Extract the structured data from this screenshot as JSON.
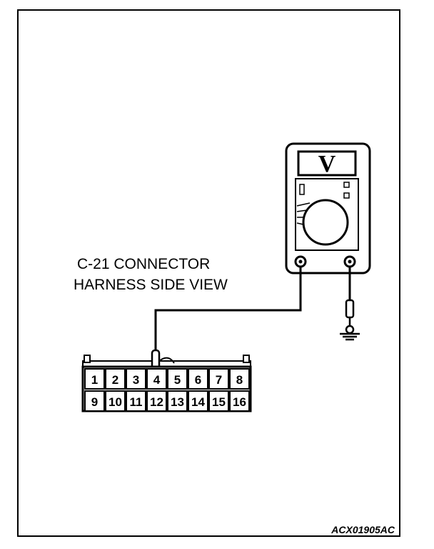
{
  "connector": {
    "title_line1": "C-21 CONNECTOR",
    "title_line2": "HARNESS SIDE VIEW",
    "pins_top": [
      "1",
      "2",
      "3",
      "4",
      "5",
      "6",
      "7",
      "8"
    ],
    "pins_bottom": [
      "9",
      "10",
      "11",
      "12",
      "13",
      "14",
      "15",
      "16"
    ],
    "probed_pin": "4"
  },
  "meter": {
    "display": "V",
    "icon": "voltmeter-icon"
  },
  "ground": {
    "icon": "ground-symbol-icon"
  },
  "figure_code": "ACX01905AC",
  "colors": {
    "line": "#000000",
    "background": "#ffffff"
  }
}
